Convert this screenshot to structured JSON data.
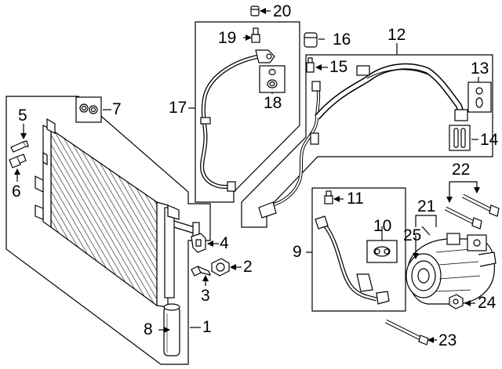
{
  "callouts": [
    {
      "id": "c1",
      "num": "1"
    },
    {
      "id": "c2",
      "num": "2"
    },
    {
      "id": "c3",
      "num": "3"
    },
    {
      "id": "c4",
      "num": "4"
    },
    {
      "id": "c5",
      "num": "5"
    },
    {
      "id": "c6",
      "num": "6"
    },
    {
      "id": "c7",
      "num": "7"
    },
    {
      "id": "c8",
      "num": "8"
    },
    {
      "id": "c9",
      "num": "9"
    },
    {
      "id": "c10",
      "num": "10"
    },
    {
      "id": "c11",
      "num": "11"
    },
    {
      "id": "c12",
      "num": "12"
    },
    {
      "id": "c13",
      "num": "13"
    },
    {
      "id": "c14",
      "num": "14"
    },
    {
      "id": "c15",
      "num": "15"
    },
    {
      "id": "c16",
      "num": "16"
    },
    {
      "id": "c17",
      "num": "17"
    },
    {
      "id": "c18",
      "num": "18"
    },
    {
      "id": "c19",
      "num": "19"
    },
    {
      "id": "c20",
      "num": "20"
    },
    {
      "id": "c21",
      "num": "21"
    },
    {
      "id": "c22",
      "num": "22"
    },
    {
      "id": "c23",
      "num": "23"
    },
    {
      "id": "c24",
      "num": "24"
    },
    {
      "id": "c25",
      "num": "25"
    }
  ]
}
